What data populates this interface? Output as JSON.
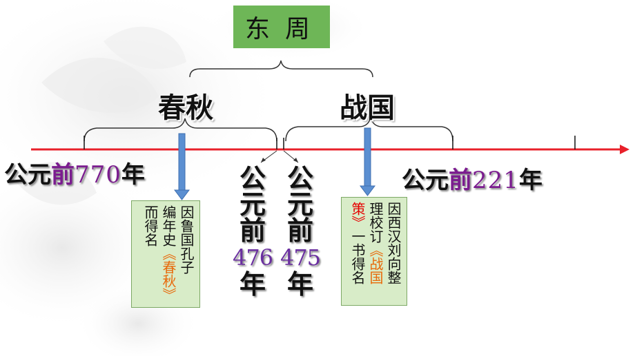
{
  "title": "东周",
  "eras": {
    "spring_autumn": "春秋",
    "warring_states": "战国"
  },
  "dates": {
    "start": {
      "prefix": "公元",
      "qian": "前",
      "year": "770",
      "unit": "年"
    },
    "end": {
      "prefix": "公元",
      "qian": "前",
      "year": "221",
      "unit": "年"
    },
    "split_a": {
      "chars": [
        "公",
        "元",
        "前"
      ],
      "year": "476",
      "unit": "年"
    },
    "split_b": {
      "chars": [
        "公",
        "元",
        "前"
      ],
      "year": "475",
      "unit": "年"
    }
  },
  "notes": {
    "spring_autumn": {
      "col1": "因鲁国孔子",
      "col2_a": "编年史",
      "col2_b": "《春秋》",
      "col3": "而得名"
    },
    "warring_states": {
      "col1": "因西汉刘向整",
      "col2_a": "理校订",
      "col2_b": "《战国",
      "col3_a": "策》",
      "col3_b": "一书得名"
    }
  },
  "colors": {
    "timeline": "#e8202a",
    "title_bg": "#6eb657",
    "note_bg": "#d8ecc8",
    "arrow_blue": "#5b8fd1",
    "year_purple": "#7b1c8f"
  }
}
